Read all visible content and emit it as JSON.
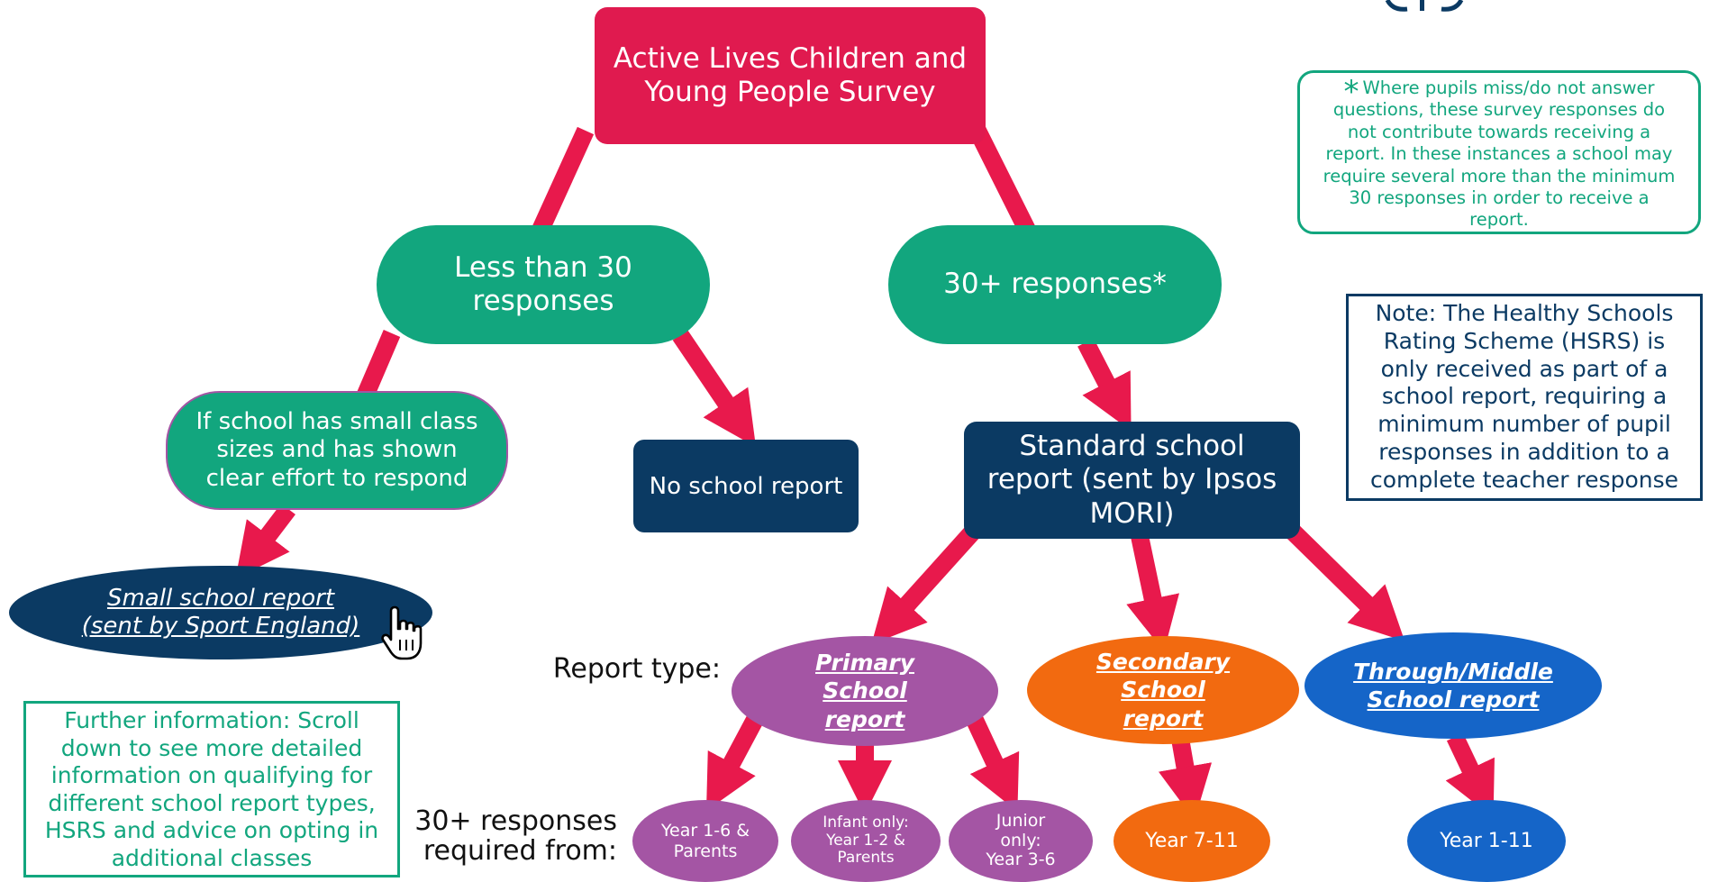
{
  "title": "Active Lives Children and Young People Survey",
  "branch_less": "Less than 30 responses",
  "branch_more": "30+ responses*",
  "small_class_condition": "If school has small class sizes and has shown clear effort to respond",
  "no_report": "No school report",
  "standard_report": "Standard school report (sent by Ipsos MORI)",
  "small_report": {
    "line1": "Small school report",
    "line2": "(sent by Sport England)"
  },
  "report_type_label": "Report type:",
  "required_label": {
    "line1": "30+ responses",
    "line2": "required from:"
  },
  "reports": {
    "primary": "Primary School report",
    "secondary": "Secondary School report",
    "through": "Through/Middle School report"
  },
  "years": {
    "primary_all": "Year 1-6 & Parents",
    "infant": "Infant only: Year 1-2 & Parents",
    "junior": "Junior only: Year 3-6",
    "secondary": "Year 7-11",
    "through": "Year 1-11"
  },
  "asterisk_note": {
    "symbol": "*",
    "text": "Where pupils miss/do not answer questions, these survey responses do not contribute towards receiving a report. In these instances a school may require several more than the minimum 30 responses in order to receive a report."
  },
  "hsrs_note": "Note: The Healthy Schools Rating Scheme (HSRS) is only received as part of a school report, requiring a minimum number of pupil responses in addition to a complete teacher response",
  "further_info": "Further information: Scroll down to see more detailed information on qualifying for different school report types, HSRS and advice on opting in additional classes",
  "colors": {
    "pink": "#e01a4f",
    "green": "#12a67e",
    "navy": "#0b3a63",
    "purple": "#a455a4",
    "orange": "#f26a10",
    "blue": "#1565c8"
  }
}
